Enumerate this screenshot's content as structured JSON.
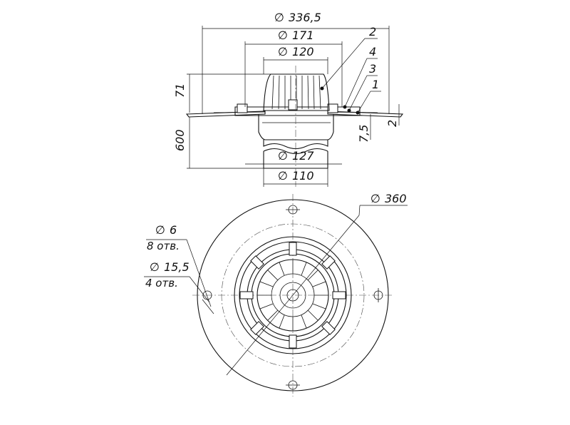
{
  "side_view": {
    "dims": {
      "d_outer": "336,5",
      "d_flange": "171",
      "d_grate": "120",
      "d_pipe_outer": "127",
      "d_pipe": "110",
      "height_grate": "71",
      "length": "600",
      "thickness": "7,5",
      "gap": "2"
    },
    "callouts": [
      "2",
      "4",
      "3",
      "1"
    ]
  },
  "top_view": {
    "d_total": "360",
    "holes_small": {
      "diameter": "6",
      "count": "8 отв."
    },
    "holes_large": {
      "diameter": "15,5",
      "count": "4 отв."
    }
  },
  "symbols": {
    "diameter": "∅"
  }
}
